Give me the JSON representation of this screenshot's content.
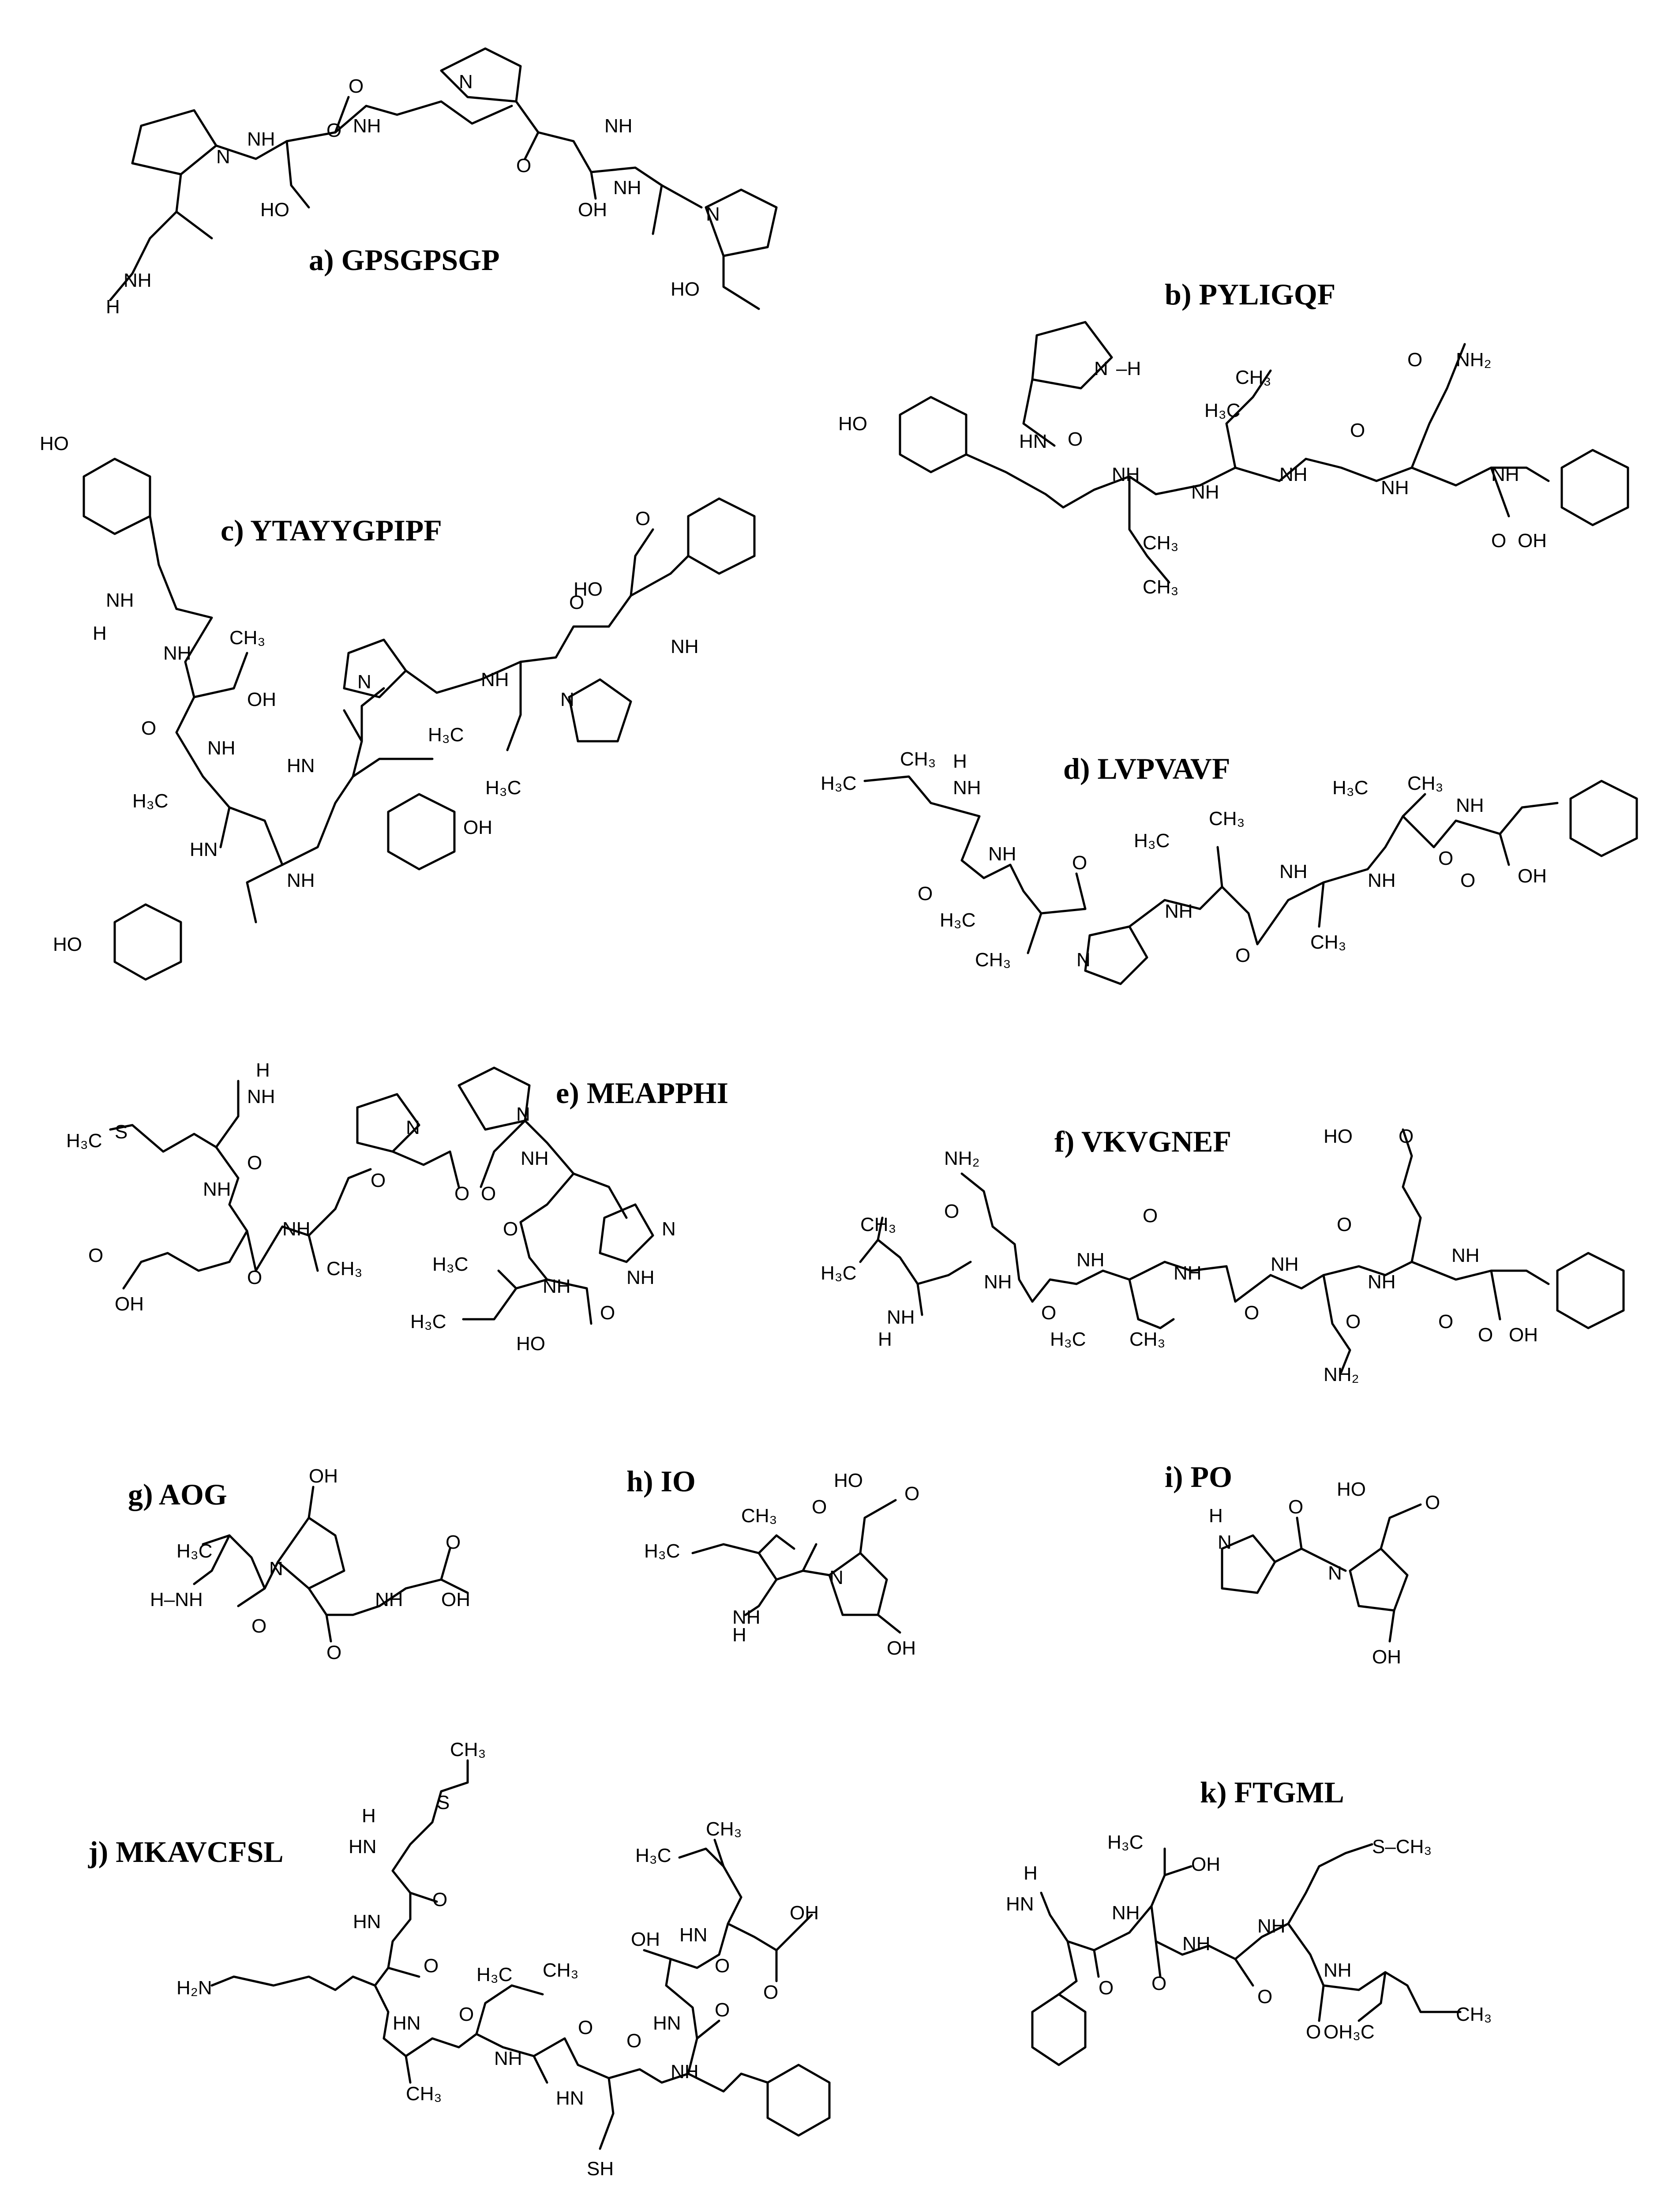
{
  "colors": {
    "ink": "#000000",
    "background": "#ffffff"
  },
  "panels": [
    {
      "id": "a",
      "title": "a) GPSGPSGP"
    },
    {
      "id": "b",
      "title": "b) PYLIGQF"
    },
    {
      "id": "c",
      "title": "c) YTAYYGPIPF"
    },
    {
      "id": "d",
      "title": "d) LVPVAVF"
    },
    {
      "id": "e",
      "title": "e) MEAPPHI"
    },
    {
      "id": "f",
      "title": "f) VKVGNEF"
    },
    {
      "id": "g",
      "title": "g) AOG"
    },
    {
      "id": "h",
      "title": "h) IO"
    },
    {
      "id": "i",
      "title": "i) PO"
    },
    {
      "id": "j",
      "title": "j) MKAVCFSL"
    },
    {
      "id": "k",
      "title": "k) FTGML"
    }
  ]
}
